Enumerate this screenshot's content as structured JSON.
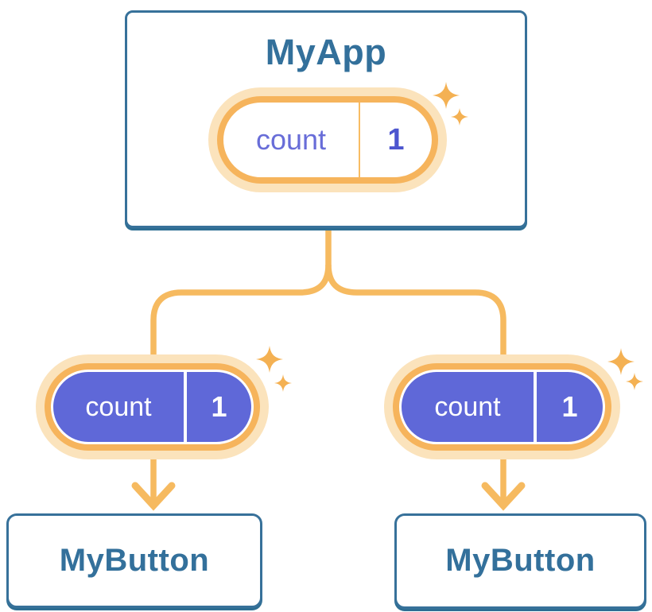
{
  "colors": {
    "background": "#FFFFFF",
    "card_border_blue": "#37719A",
    "card_shadow_blue": "#2E6E93",
    "heading_text_blue": "#33709B",
    "connector_orange": "#F6BA60",
    "pill_ring_orange": "#F6B45C",
    "pill_halo_orange": "#FBE3BC",
    "pill_fill_purple": "#5F68D8",
    "pill_label_purple": "#686DD8",
    "pill_value_purple": "#4C55CF",
    "sparkle_orange": "#F4B153"
  },
  "root_card": {
    "title": "MyApp",
    "state_pill": {
      "label": "count",
      "value": "1"
    }
  },
  "children": [
    {
      "card_title": "MyButton",
      "prop_pill": {
        "label": "count",
        "value": "1"
      }
    },
    {
      "card_title": "MyButton",
      "prop_pill": {
        "label": "count",
        "value": "1"
      }
    }
  ],
  "icons": {
    "sparkle": "sparkle-icon",
    "arrow_down": "arrow-down-icon"
  }
}
